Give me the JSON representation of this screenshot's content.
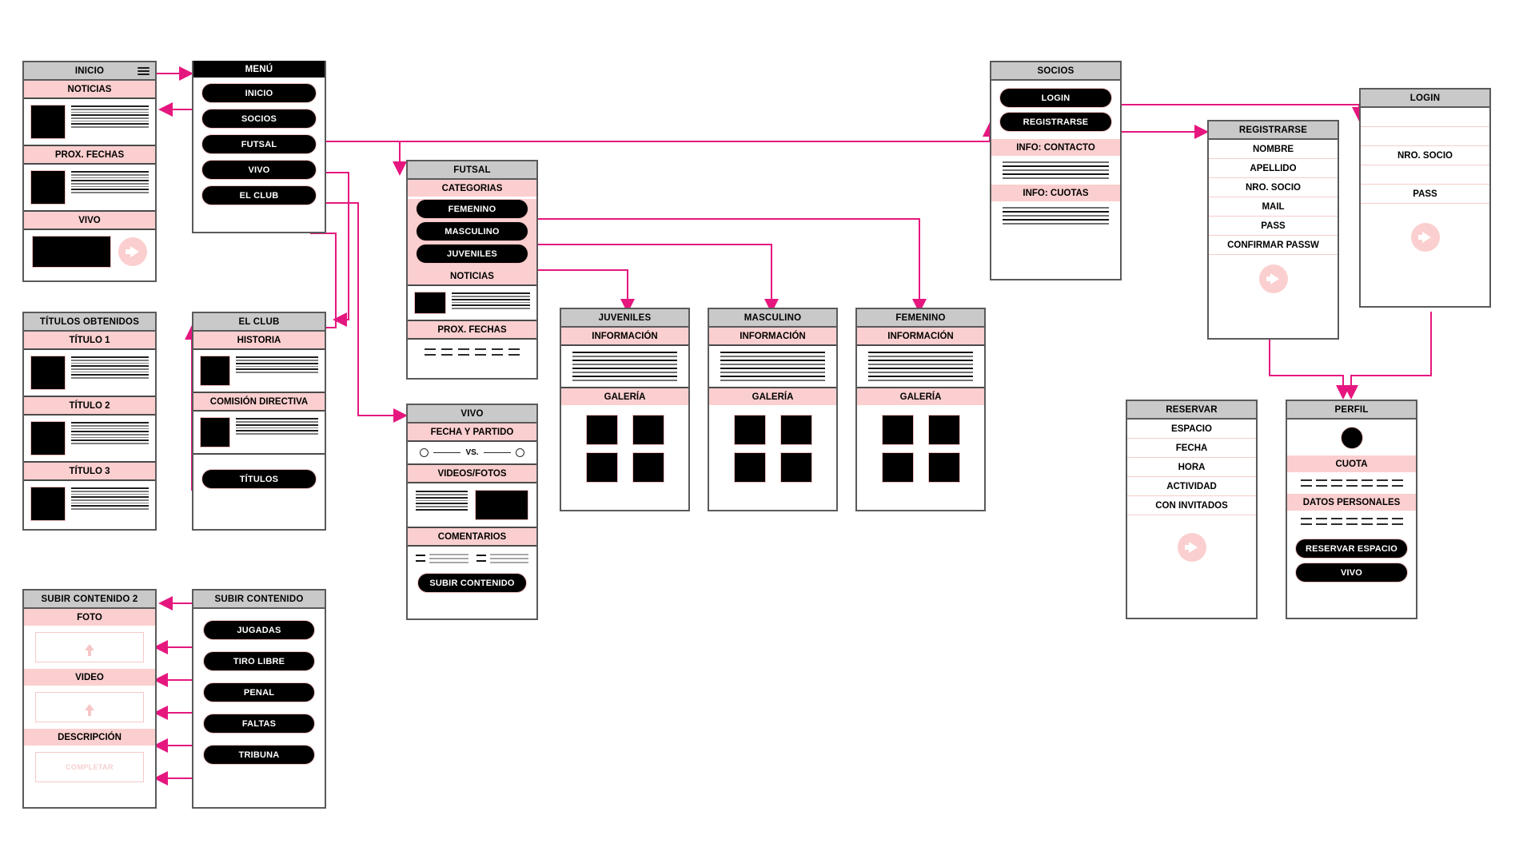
{
  "meta": {
    "title": "Club Futsal — Wireframe Sitemap",
    "colors": {
      "pink": "#fbcfcf",
      "gray_header": "#c9c9c9",
      "black": "#000000",
      "connector": "#e5177f",
      "border": "#5a5a5a"
    }
  },
  "cards": {
    "inicio": {
      "title": "INICIO",
      "menu_icon": "hamburger-icon",
      "sections": [
        "NOTICIAS",
        "PROX. FECHAS",
        "VIVO"
      ]
    },
    "menu": {
      "title": "MENÚ",
      "items": [
        "INICIO",
        "SOCIOS",
        "FUTSAL",
        "VIVO",
        "EL CLUB"
      ]
    },
    "futsal": {
      "title": "FUTSAL",
      "categorias_label": "CATEGORIAS",
      "categorias": [
        "FEMENINO",
        "MASCULINO",
        "JUVENILES"
      ],
      "noticias_label": "NOTICIAS",
      "prox_fechas_label": "PROX. FECHAS"
    },
    "vivo": {
      "title": "VIVO",
      "fecha_partido_label": "FECHA Y PARTIDO",
      "vs_label": "VS.",
      "videos_fotos_label": "VIDEOS/FOTOS",
      "comentarios_label": "COMENTARIOS",
      "subir_button": "SUBIR CONTENIDO"
    },
    "titulos_obtenidos": {
      "title": "TÍTULOS OBTENIDOS",
      "items": [
        "TÍTULO 1",
        "TÍTULO 2",
        "TÍTULO 3"
      ]
    },
    "el_club": {
      "title": "EL CLUB",
      "sections": [
        "HISTORIA",
        "COMISIÓN DIRECTIVA"
      ],
      "button": "TÍTULOS"
    },
    "subir_contenido": {
      "title": "SUBIR CONTENIDO",
      "items": [
        "JUGADAS",
        "TIRO LIBRE",
        "PENAL",
        "FALTAS",
        "TRIBUNA"
      ]
    },
    "subir_contenido_2": {
      "title": "SUBIR CONTENIDO 2",
      "foto_label": "FOTO",
      "video_label": "VIDEO",
      "descripcion_label": "DESCRIPCIÓN",
      "descripcion_placeholder": "COMPLETAR"
    },
    "juveniles": {
      "title": "JUVENILES",
      "informacion_label": "INFORMACIÓN",
      "galeria_label": "GALERÍA",
      "gallery_count": 4
    },
    "masculino": {
      "title": "MASCULINO",
      "informacion_label": "INFORMACIÓN",
      "galeria_label": "GALERÍA",
      "gallery_count": 4
    },
    "femenino": {
      "title": "FEMENINO",
      "informacion_label": "INFORMACIÓN",
      "galeria_label": "GALERÍA",
      "gallery_count": 4
    },
    "socios": {
      "title": "SOCIOS",
      "buttons": [
        "LOGIN",
        "REGISTRARSE"
      ],
      "info_contacto_label": "INFO: CONTACTO",
      "info_cuotas_label": "INFO: CUOTAS"
    },
    "registrarse": {
      "title": "REGISTRARSE",
      "fields": [
        "NOMBRE",
        "APELLIDO",
        "NRO. SOCIO",
        "MAIL",
        "PASS",
        "CONFIRMAR PASSW"
      ],
      "submit_icon": "arrow-right-icon"
    },
    "login": {
      "title": "LOGIN",
      "fields": [
        "NRO. SOCIO",
        "PASS"
      ],
      "submit_icon": "arrow-right-icon"
    },
    "reservar": {
      "title": "RESERVAR",
      "fields": [
        "ESPACIO",
        "FECHA",
        "HORA",
        "ACTIVIDAD",
        "CON INVITADOS"
      ],
      "submit_icon": "arrow-right-icon"
    },
    "perfil": {
      "title": "PERFIL",
      "avatar": "avatar-circle",
      "cuota_label": "CUOTA",
      "datos_label": "DATOS PERSONALES",
      "buttons": [
        "RESERVAR ESPACIO",
        "VIVO"
      ]
    }
  }
}
